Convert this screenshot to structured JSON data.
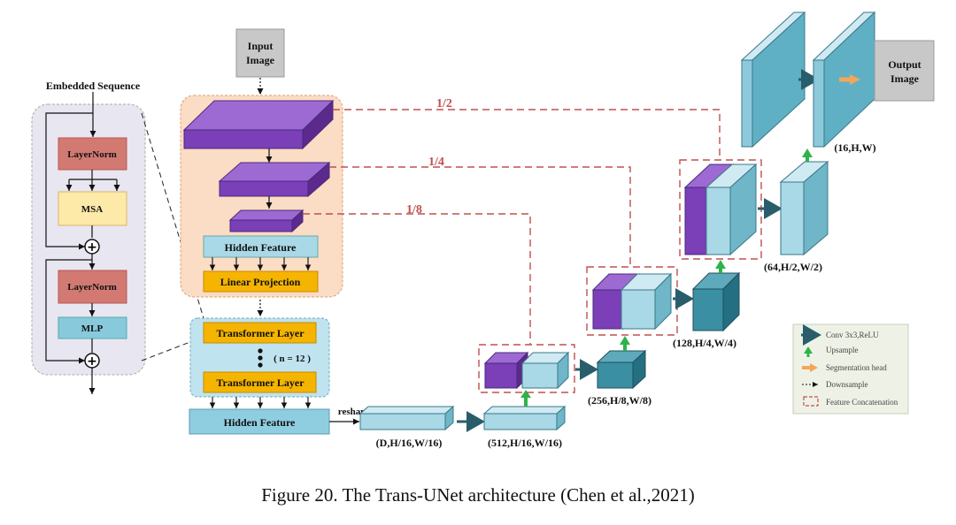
{
  "encoder": {
    "input_label_1": "Input",
    "input_label_2": "Image",
    "hidden_feature": "Hidden  Feature",
    "linear_projection": "Linear Projection",
    "transformer_layer_top": "Transformer Layer",
    "transformer_layer_bottom": "Transformer Layer",
    "repeat_count": "( n = 12 )",
    "hidden_feature_bottom": "Hidden Feature",
    "reshape": "reshape"
  },
  "transformer_detail": {
    "title": "Embedded Sequence",
    "layernorm_1": "LayerNorm",
    "msa": "MSA",
    "layernorm_2": "LayerNorm",
    "mlp": "MLP"
  },
  "skips": {
    "half": "1/2",
    "quarter": "1/4",
    "eighth": "1/8"
  },
  "shapes": {
    "s1": "(D,H/16,W/16)",
    "s2": "(512,H/16,W/16)",
    "s3": "(256,H/8,W/8)",
    "s4": "(128,H/4,W/4)",
    "s5": "(64,H/2,W/2)",
    "s6": "(16,H,W)"
  },
  "output": {
    "label_1": "Output",
    "label_2": "Image"
  },
  "legend": {
    "conv": "Conv 3x3,ReLU",
    "upsample": "Upsample",
    "seg_head": "Segmentation head",
    "downsample": "Downsample",
    "concat": "Feature Concatenation"
  },
  "caption": {
    "text": "Figure 20. The Trans-UNet architecture (Chen et al.,2021)"
  },
  "colors": {
    "purple": "#7b3fb8",
    "light_blue": "#a9d8e6",
    "teal": "#3a8fa3",
    "orange_panel": "#fbdcc4",
    "concat_red": "#c0504d",
    "arrow_dark": "#2a5d6b",
    "upsample_green": "#2db34a"
  }
}
